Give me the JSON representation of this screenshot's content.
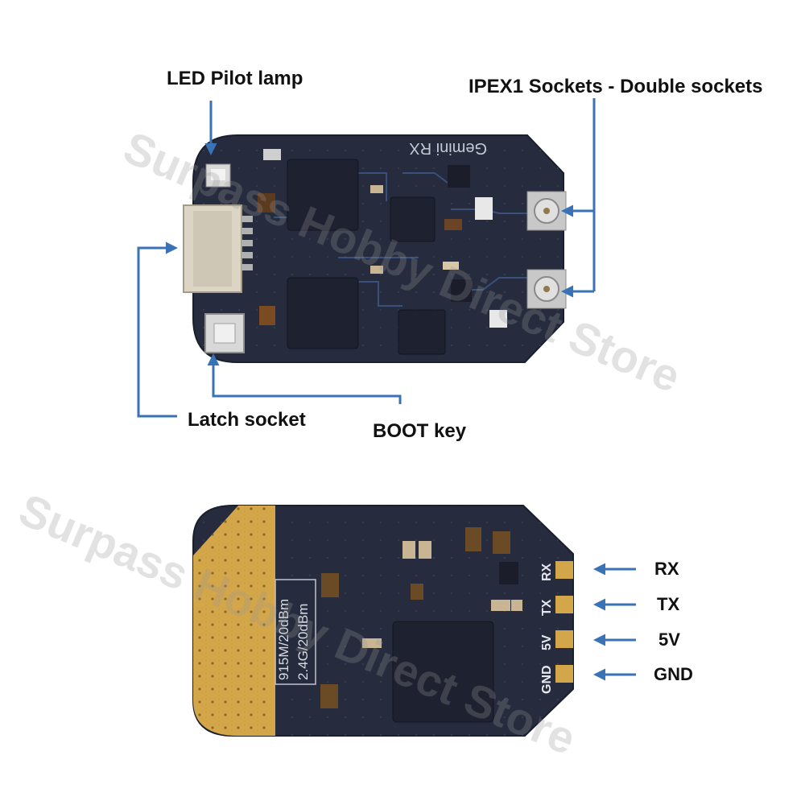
{
  "top_board": {
    "silkscreen": "Gemini RX",
    "callouts": {
      "led": "LED  Pilot lamp",
      "ipex": "IPEX1 Sockets - Double sockets",
      "latch": "Latch socket",
      "boot": "BOOT key"
    }
  },
  "bottom_board": {
    "silkscreen_line1": "915M/20dBm",
    "silkscreen_line2": "2.4G/20dBm",
    "pads": [
      "RX",
      "TX",
      "5V",
      "GND"
    ]
  },
  "watermark": "Surpass Hobby Direct Store",
  "colors": {
    "pcb": "#262c3d",
    "arrow": "#3a73b5",
    "gold": "#d4a64a",
    "connector": "#dcd5c4"
  }
}
